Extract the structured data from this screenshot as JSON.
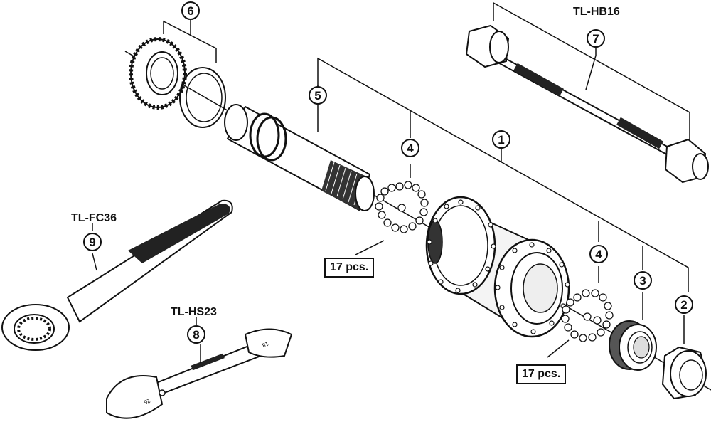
{
  "callouts": {
    "c1": "1",
    "c2": "2",
    "c3": "3",
    "c4a": "4",
    "c4b": "4",
    "c5": "5",
    "c6": "6",
    "c7": "7",
    "c8": "8",
    "c9": "9"
  },
  "tool_labels": {
    "hub_tool": "TL-HB16",
    "crank_tool": "TL-FC36",
    "cone_wrench": "TL-HS23"
  },
  "ball_counts": {
    "left": "17 pcs.",
    "right": "17 pcs."
  },
  "wrench_markings": {
    "cone_wrench_small_end": "18",
    "cone_wrench_large_end": "26"
  }
}
